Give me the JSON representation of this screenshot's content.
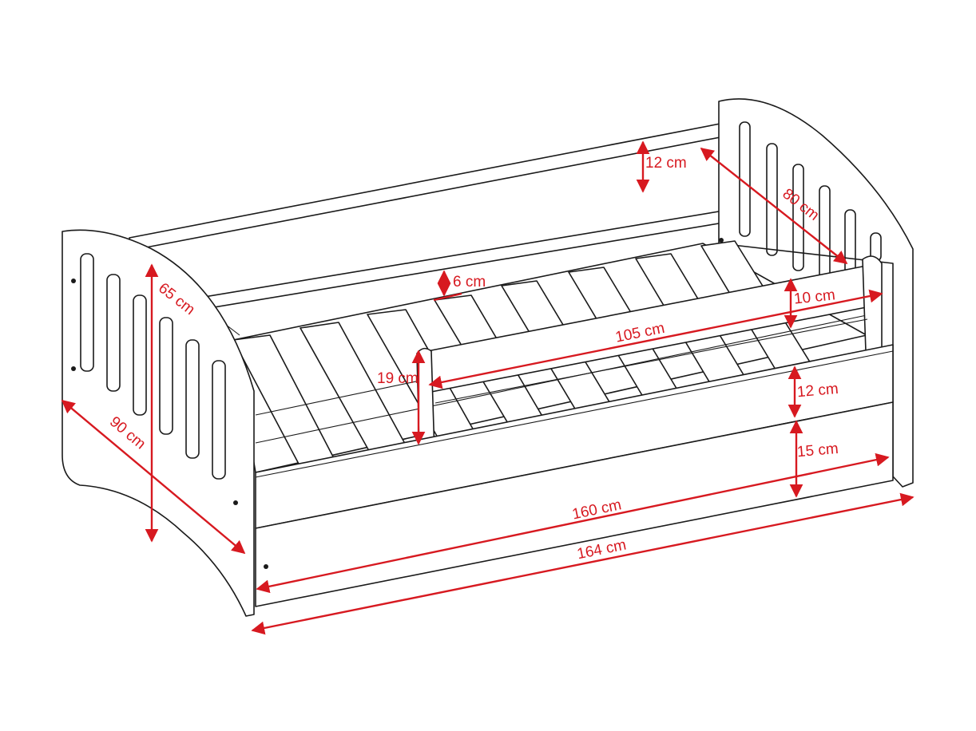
{
  "colors": {
    "dimension": "#d71920",
    "outline": "#1a1a1a",
    "background": "#ffffff"
  },
  "dimensions": {
    "total_length": "164 cm",
    "mattress_length": "160 cm",
    "width": "90 cm",
    "height": "65 cm",
    "mattress_width": "80 cm",
    "side_rail_gap": "12 cm",
    "slat_height": "6 cm",
    "guard_length": "105 cm",
    "guard_top_gap": "10 cm",
    "guard_height": "19 cm",
    "front_gap": "12 cm",
    "drawer_height": "15 cm"
  }
}
